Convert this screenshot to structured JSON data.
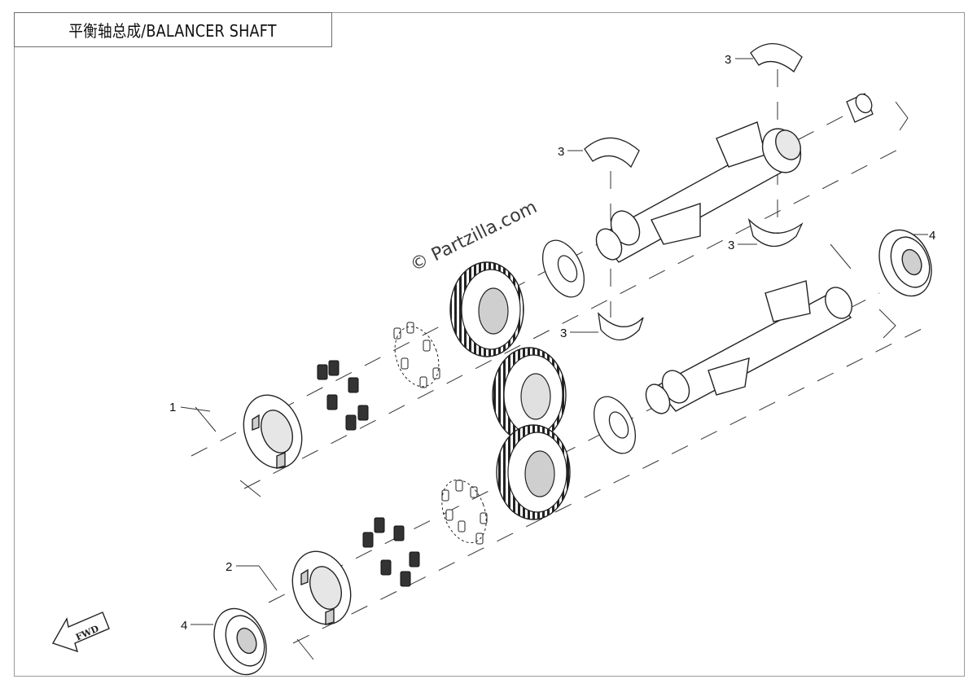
{
  "title": "平衡轴总成/BALANCER SHAFT",
  "watermark": "© Partzilla.com",
  "fwd_label": "FWD",
  "callouts": {
    "c1": "1",
    "c2": "2",
    "c3a": "3",
    "c3b": "3",
    "c3c": "3",
    "c3d": "3",
    "c4a": "4",
    "c4b": "4"
  },
  "colors": {
    "line": "#222222",
    "part_fill": "#ffffff",
    "shade": "#cfcfcf",
    "dark": "#333333"
  }
}
